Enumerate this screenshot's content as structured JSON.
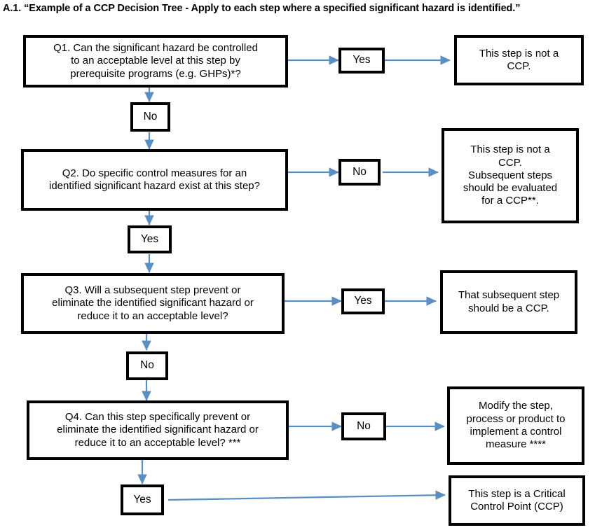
{
  "title": "A.1. “Example of a CCP Decision Tree - Apply to each step where a specified significant hazard is identified.”",
  "colors": {
    "box_border": "#000000",
    "box_fill": "#FFFFFF",
    "connector": "#5B8FC4",
    "text": "#000000",
    "background": "#FFFFFF"
  },
  "chart_data": {
    "type": "diagram",
    "diagram_kind": "decision-tree-flowchart",
    "title": "A.1. “Example of a CCP Decision Tree - Apply to each step where a specified significant hazard is identified.”",
    "nodes": [
      {
        "id": "q1",
        "kind": "question",
        "label": "Q1. Can the significant hazard be controlled\nto an acceptable level at this step by\nprerequisite programs (e.g. GHPs)*?"
      },
      {
        "id": "q1_yes",
        "kind": "branch",
        "label": "Yes"
      },
      {
        "id": "q1_yes_out",
        "kind": "outcome",
        "label": "This step is not a\nCCP."
      },
      {
        "id": "q1_no",
        "kind": "branch",
        "label": "No"
      },
      {
        "id": "q2",
        "kind": "question",
        "label": "Q2. Do specific control measures for an\nidentified significant hazard exist at this step?"
      },
      {
        "id": "q2_no",
        "kind": "branch",
        "label": "No"
      },
      {
        "id": "q2_no_out",
        "kind": "outcome",
        "label": "This step is not a\nCCP.\nSubsequent steps\nshould be evaluated\nfor a CCP**."
      },
      {
        "id": "q2_yes",
        "kind": "branch",
        "label": "Yes"
      },
      {
        "id": "q3",
        "kind": "question",
        "label": "Q3. Will a subsequent step prevent or\neliminate the identified significant hazard or\nreduce it to an acceptable level?"
      },
      {
        "id": "q3_yes",
        "kind": "branch",
        "label": "Yes"
      },
      {
        "id": "q3_yes_out",
        "kind": "outcome",
        "label": "That subsequent step\nshould be a CCP."
      },
      {
        "id": "q3_no",
        "kind": "branch",
        "label": "No"
      },
      {
        "id": "q4",
        "kind": "question",
        "label": "Q4. Can this step specifically prevent or\neliminate the identified significant hazard or\nreduce it to an acceptable level? ***"
      },
      {
        "id": "q4_no",
        "kind": "branch",
        "label": "No"
      },
      {
        "id": "q4_no_out",
        "kind": "outcome",
        "label": "Modify the step,\nprocess or product to\nimplement a control\nmeasure ****"
      },
      {
        "id": "q4_yes",
        "kind": "branch",
        "label": "Yes"
      },
      {
        "id": "q4_yes_out",
        "kind": "outcome",
        "label": "This step is a Critical\nControl Point (CCP)"
      }
    ],
    "edges": [
      {
        "from": "q1",
        "to": "q1_yes",
        "label": ""
      },
      {
        "from": "q1_yes",
        "to": "q1_yes_out",
        "label": ""
      },
      {
        "from": "q1",
        "to": "q1_no",
        "label": ""
      },
      {
        "from": "q1_no",
        "to": "q2",
        "label": ""
      },
      {
        "from": "q2",
        "to": "q2_no",
        "label": ""
      },
      {
        "from": "q2_no",
        "to": "q2_no_out",
        "label": ""
      },
      {
        "from": "q2",
        "to": "q2_yes",
        "label": ""
      },
      {
        "from": "q2_yes",
        "to": "q3",
        "label": ""
      },
      {
        "from": "q3",
        "to": "q3_yes",
        "label": ""
      },
      {
        "from": "q3_yes",
        "to": "q3_yes_out",
        "label": ""
      },
      {
        "from": "q3",
        "to": "q3_no",
        "label": ""
      },
      {
        "from": "q3_no",
        "to": "q4",
        "label": ""
      },
      {
        "from": "q4",
        "to": "q4_no",
        "label": ""
      },
      {
        "from": "q4_no",
        "to": "q4_no_out",
        "label": ""
      },
      {
        "from": "q4",
        "to": "q4_yes",
        "label": ""
      },
      {
        "from": "q4_yes",
        "to": "q4_yes_out",
        "label": ""
      }
    ]
  },
  "nodes": {
    "q1": "Q1. Can the significant hazard be controlled\nto an acceptable level at this step by\nprerequisite programs (e.g. GHPs)*?",
    "q1_yes": "Yes",
    "q1_yes_out": "This step is not a\nCCP.",
    "q1_no": "No",
    "q2": "Q2. Do specific control measures for an\nidentified significant hazard exist at this step?",
    "q2_no": "No",
    "q2_no_out": "This step is not a\nCCP.\nSubsequent steps\nshould be evaluated\nfor a CCP**.",
    "q2_yes": "Yes",
    "q3": "Q3. Will a subsequent step prevent or\neliminate the identified significant hazard or\nreduce it to an acceptable level?",
    "q3_yes": "Yes",
    "q3_yes_out": "That subsequent step\nshould be a CCP.",
    "q3_no": "No",
    "q4": "Q4. Can this step specifically prevent or\neliminate the identified significant hazard or\nreduce it to an acceptable level? ***",
    "q4_no": "No",
    "q4_no_out": "Modify the step,\nprocess or product to\nimplement a control\nmeasure ****",
    "q4_yes": "Yes",
    "q4_yes_out": "This step is a Critical\nControl Point (CCP)"
  }
}
